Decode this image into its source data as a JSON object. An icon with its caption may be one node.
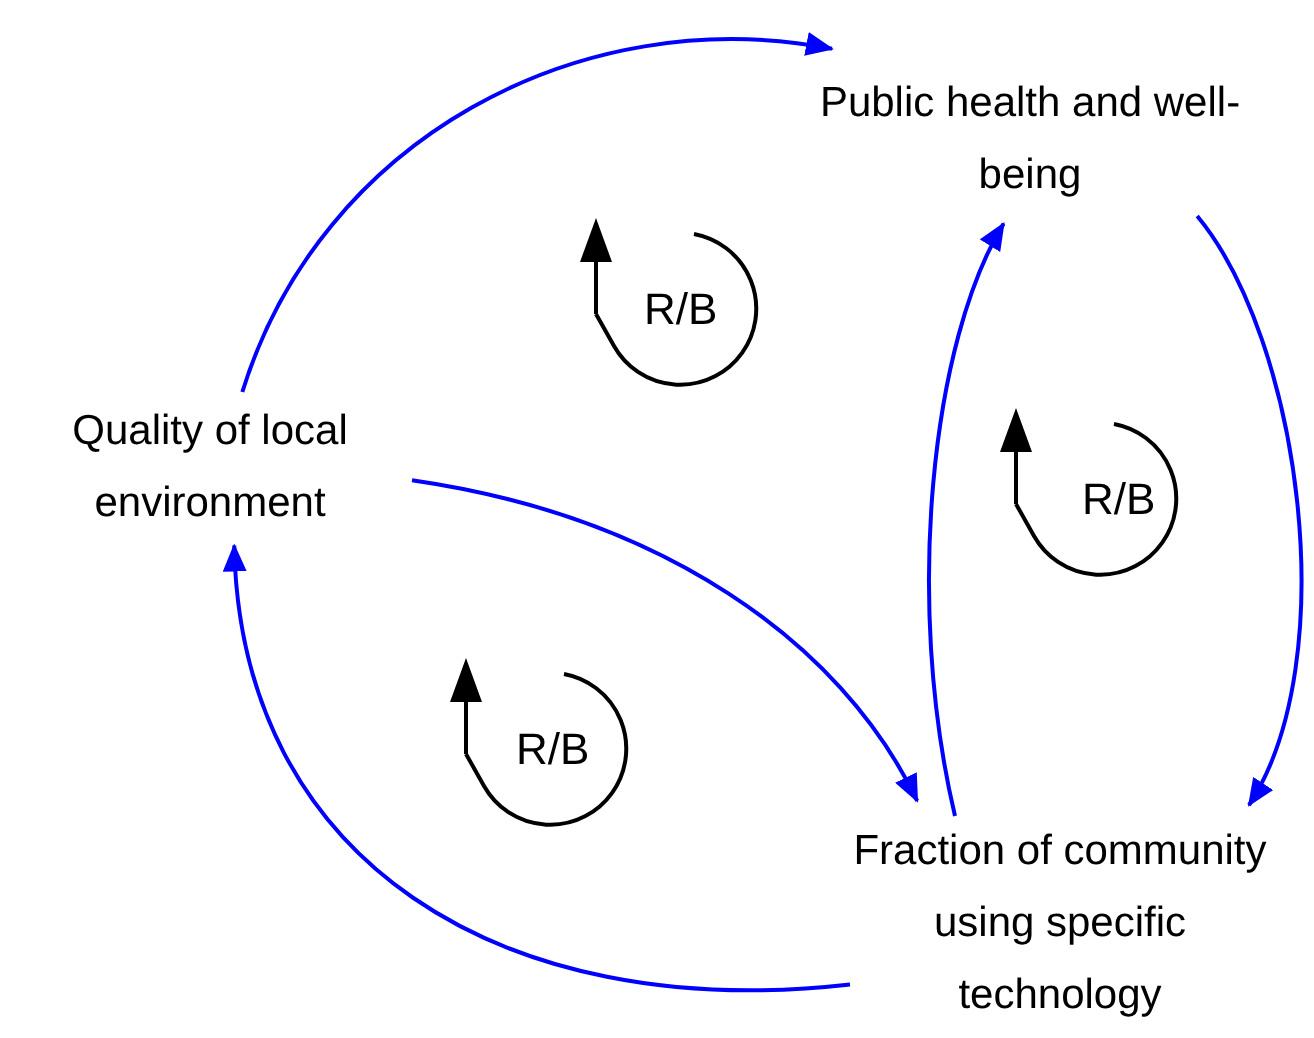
{
  "diagram": {
    "nodes": [
      {
        "text": [
          "Quality of local environment"
        ]
      },
      {
        "text": [
          "Public health and well-being"
        ]
      },
      {
        "text": [
          "Fraction of community using specific technology"
        ]
      }
    ],
    "edges": [
      {
        "from": 0,
        "to": 1,
        "arrow": "to"
      },
      {
        "from": 1,
        "to": 2,
        "arrow": "to"
      },
      {
        "from": 2,
        "to": 1,
        "arrow": "to"
      },
      {
        "from": 0,
        "to": 2,
        "arrow": "to"
      },
      {
        "from": 2,
        "to": 0,
        "arrow": "to"
      }
    ],
    "labels": [
      "R/B",
      "R/B",
      "R/B"
    ]
  }
}
